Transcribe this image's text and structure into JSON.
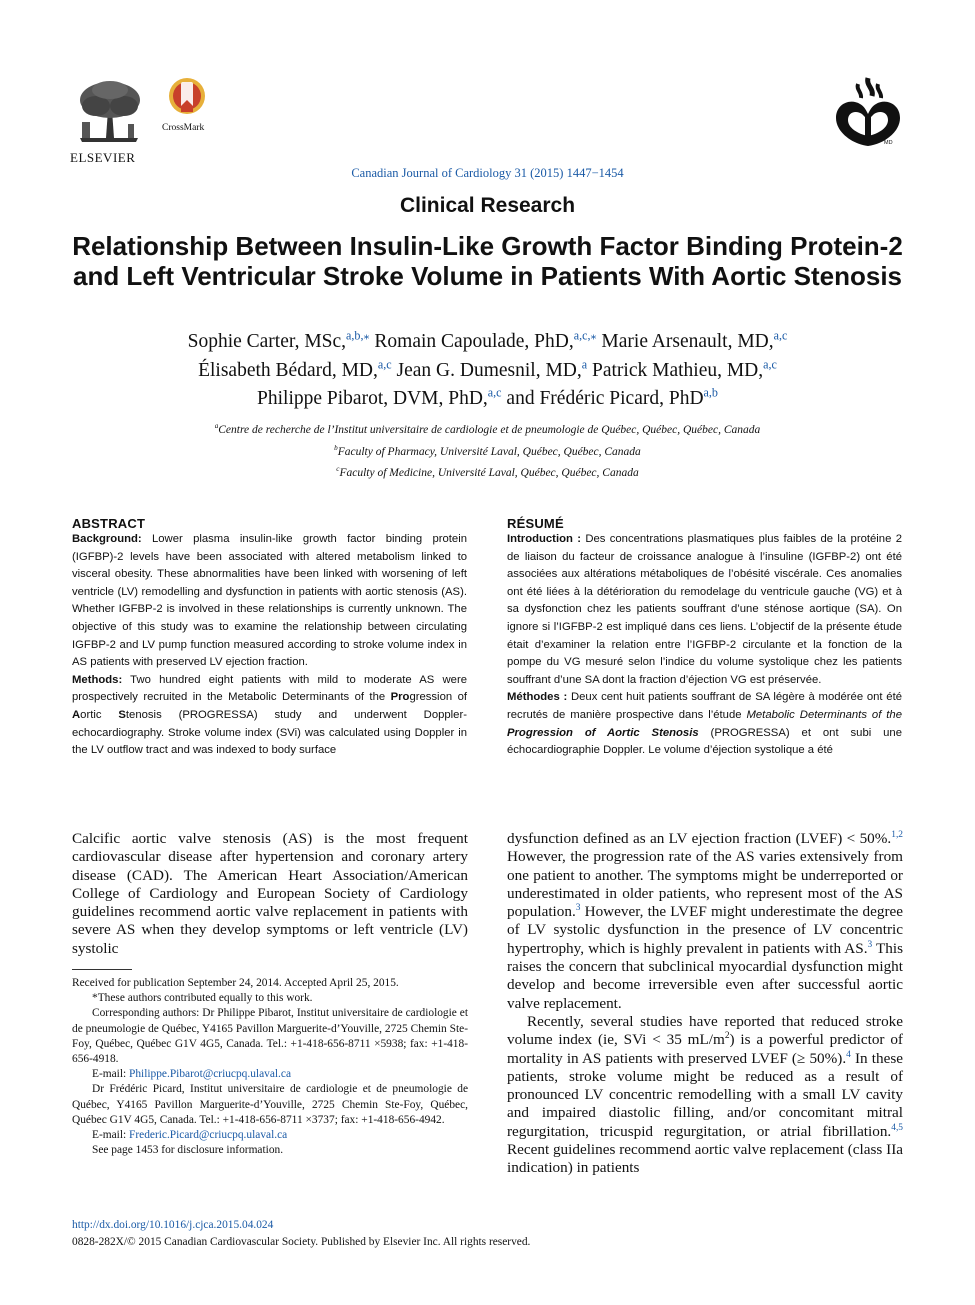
{
  "header": {
    "publisher_logo_label": "ELSEVIER",
    "crossmark_label": "CrossMark",
    "society_mark": "MD",
    "journal_line": "Canadian Journal of Cardiology 31 (2015) 1447−1454",
    "section_label": "Clinical Research",
    "title": "Relationship Between Insulin-Like Growth Factor Binding Protein-2 and Left Ventricular Stroke Volume in Patients With Aortic Stenosis"
  },
  "authors": [
    {
      "name": "Sophie Carter, MSc,",
      "sup": "a,b,⁎"
    },
    {
      "name": " Romain Capoulade, PhD,",
      "sup": "a,c,⁎"
    },
    {
      "name": " Marie Arsenault, MD,",
      "sup": "a,c"
    },
    {
      "name": "Élisabeth Bédard, MD,",
      "sup": "a,c"
    },
    {
      "name": " Jean G. Dumesnil, MD,",
      "sup": "a"
    },
    {
      "name": " Patrick Mathieu, MD,",
      "sup": "a,c"
    },
    {
      "name": "Philippe Pibarot, DVM, PhD,",
      "sup": "a,c"
    },
    {
      "name": " and Frédéric Picard, PhD",
      "sup": "a,b"
    }
  ],
  "affiliations": [
    {
      "sup": "a",
      "text": "Centre de recherche de l’Institut universitaire de cardiologie et de pneumologie de Québec, Québec, Québec, Canada"
    },
    {
      "sup": "b",
      "text": "Faculty of Pharmacy, Université Laval, Québec, Québec, Canada"
    },
    {
      "sup": "c",
      "text": "Faculty of Medicine, Université Laval, Québec, Québec, Canada"
    }
  ],
  "abstract": {
    "heading": "ABSTRACT",
    "background_label": "Background:",
    "background_text": " Lower plasma insulin-like growth factor binding protein (IGFBP)-2 levels have been associated with altered metabolism linked to visceral obesity. These abnormalities have been linked with worsening of left ventricle (LV) remodelling and dysfunction in patients with aortic stenosis (AS). Whether IGFBP-2 is involved in these relationships is currently unknown. The objective of this study was to examine the relationship between circulating IGFBP-2 and LV pump function measured according to stroke volume index in AS patients with preserved LV ejection fraction.",
    "methods_label": "Methods:",
    "methods_text_1": " Two hundred eight patients with mild to moderate AS were prospectively recruited in the Metabolic Determinants of the ",
    "methods_bold_1": "Pro",
    "methods_text_2": "gression of ",
    "methods_bold_2": "A",
    "methods_text_3": "ortic ",
    "methods_bold_3": "S",
    "methods_text_4": "tenosis (PROGRESSA) study and underwent Doppler-echocardiography. Stroke volume index (SVi) was calculated using Doppler in the LV outflow tract and was indexed to body surface"
  },
  "resume": {
    "heading": "RÉSUMÉ",
    "intro_label": "Introduction :",
    "intro_text": " Des concentrations plasmatiques plus faibles de la protéine 2 de liaison du facteur de croissance analogue à l’insuline (IGFBP-2) ont été associées aux altérations métaboliques de l’obésité viscérale. Ces anomalies ont été liées à la détérioration du remodelage du ventricule gauche (VG) et à sa dysfonction chez les patients souffrant d’une sténose aortique (SA). On ignore si l’IGFBP-2 est impliqué dans ces liens. L’objectif de la présente étude était d’examiner la relation entre l’IGFBP-2 circulante et la fonction de la pompe du VG mesuré selon l’indice du volume systolique chez les patients souffrant d’une SA dont la fraction d’éjection VG est préservée.",
    "methods_label": "Méthodes :",
    "methods_text_1": " Deux cent huit patients souffrant de SA légère à modérée ont été recrutés de manière prospective dans l’étude ",
    "methods_italic": "Metabolic Determinants of the ",
    "methods_bold_italic": "Progression of Aortic Stenosis",
    "methods_text_2": " (PROGRESSA) et ont subi une échocardiographie Doppler. Le volume d’éjection systolique a été"
  },
  "body_left": {
    "p1": "Calcific aortic valve stenosis (AS) is the most frequent cardiovascular disease after hypertension and coronary artery disease (CAD). The American Heart Association/American College of Cardiology and European Society of Cardiology guidelines recommend aortic valve replacement in patients with severe AS when they develop symptoms or left ventricle (LV) systolic"
  },
  "footnotes": {
    "received": "Received for publication September 24, 2014. Accepted April 25, 2015.",
    "equal": "*These authors contributed equally to this work.",
    "corresp_1": "Corresponding authors: Dr Philippe Pibarot, Institut universitaire de cardiologie et de pneumologie de Québec, Y4165 Pavillon Marguerite-d’Youville, 2725 Chemin Ste-Foy, Québec, Québec G1V 4G5, Canada. Tel.: +1-418-656-8711 ×5938; fax: +1-418-656-4918.",
    "email_label_1": "E-mail: ",
    "email_1": "Philippe.Pibarot@criucpq.ulaval.ca",
    "corresp_2": "Dr Frédéric Picard, Institut universitaire de cardiologie et de pneumologie de Québec, Y4165 Pavillon Marguerite-d’Youville, 2725 Chemin Ste-Foy, Québec, Québec G1V 4G5, Canada. Tel.: +1-418-656-8711 ×3737; fax: +1-418-656-4942.",
    "email_label_2": "E-mail: ",
    "email_2": "Frederic.Picard@criucpq.ulaval.ca",
    "disclosure": "See page 1453 for disclosure information."
  },
  "body_right": {
    "p1_a": "dysfunction defined as an LV ejection fraction (LVEF) < 50%.",
    "p1_ref1": "1,2",
    "p1_b": " However, the progression rate of the AS varies extensively from one patient to another. The symptoms might be underreported or underestimated in older patients, who represent most of the AS population.",
    "p1_ref2": "3",
    "p1_c": " However, the LVEF might underestimate the degree of LV systolic dysfunction in the presence of LV concentric hypertrophy, which is highly prevalent in patients with AS.",
    "p1_ref3": "3",
    "p1_d": " This raises the concern that subclinical myocardial dysfunction might develop and become irreversible even after successful aortic valve replacement.",
    "p2_a": "Recently, several studies have reported that reduced stroke volume index (ie, SVi < 35 mL/m",
    "p2_sup": "2",
    "p2_b": ") is a powerful predictor of mortality in AS patients with preserved LVEF (≥ 50%).",
    "p2_ref1": "4",
    "p2_c": " In these patients, stroke volume might be reduced as a result of pronounced LV concentric remodelling with a small LV cavity and impaired diastolic filling, and/or concomitant mitral regurgitation, tricuspid regurgitation, or atrial fibrillation.",
    "p2_ref2": "4,5",
    "p2_d": " Recent guidelines recommend aortic valve replacement (class IIa indication) in patients"
  },
  "bottom": {
    "doi": "http://dx.doi.org/10.1016/j.cjca.2015.04.024",
    "copyright": "0828-282X/© 2015 Canadian Cardiovascular Society. Published by Elsevier Inc. All rights reserved."
  },
  "colors": {
    "link": "#1a5aa6",
    "crossmark_red": "#c8402a",
    "crossmark_gold": "#e7b03a"
  }
}
